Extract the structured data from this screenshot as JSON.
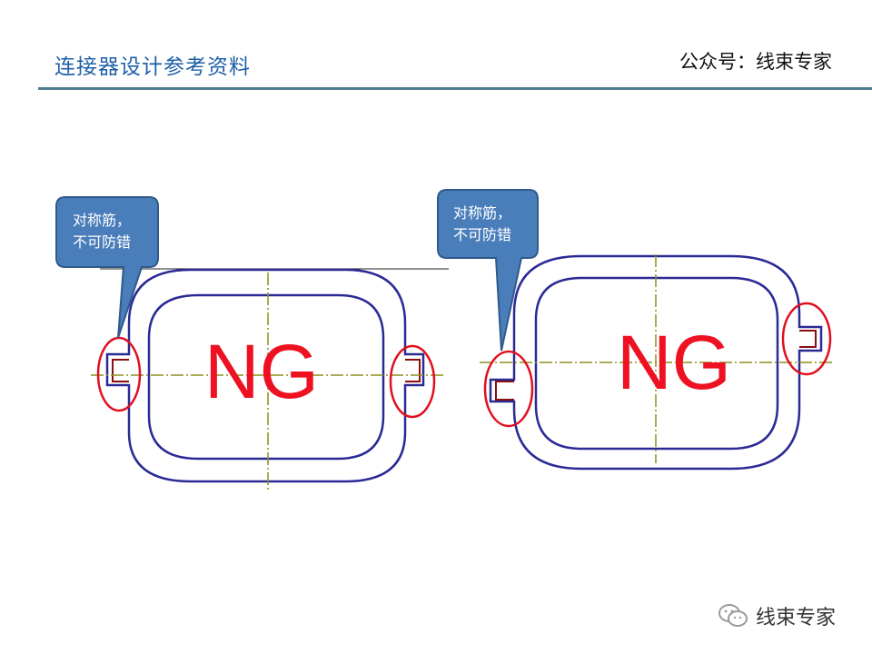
{
  "header": {
    "title": "连接器设计参考资料",
    "account": "公众号：线束专家"
  },
  "left_figure": {
    "callout_line1": "对称筋，",
    "callout_line2": "不可防错",
    "verdict": "NG"
  },
  "right_figure": {
    "callout_line1": "对称筋，",
    "callout_line2": "不可防错",
    "verdict": "NG"
  },
  "footer": {
    "watermark": "线束专家"
  },
  "colors": {
    "title": "#1f5fa8",
    "outline": "#2a2a96",
    "axis": "#8f8f1e",
    "highlight": "#e01020",
    "callout_fill": "#4a7ebb",
    "callout_border": "#2f5a8a"
  }
}
